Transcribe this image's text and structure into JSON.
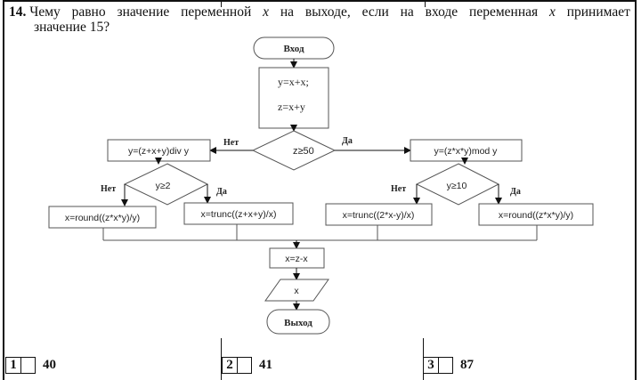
{
  "question": {
    "number": "14.",
    "line1_words": [
      "Чему",
      "равно",
      "значение",
      "переменной",
      "x",
      "на",
      "выходе,",
      "если",
      "на",
      "входе",
      "переменная",
      "x",
      "принимает"
    ],
    "line2": "значение 15?"
  },
  "flowchart": {
    "start": "Вход",
    "assign1": "y=x+x;",
    "assign2": "z=x+y",
    "cond_main": "z≥50",
    "no_label": "Нет",
    "yes_label": "Да",
    "left_assign": "y=(z+x+y)div y",
    "right_assign": "y=(z*x*y)mod y",
    "cond_left": "y≥2",
    "cond_right": "y≥10",
    "left_no": "x=round((z*x*y)/y)",
    "left_yes": "x=trunc((z+x+y)/x)",
    "right_no": "x=trunc((2*x-y)/x)",
    "right_yes": "x=round((z*x*y)/y)",
    "final_assign": "x=z-x",
    "output": "x",
    "end": "Выход"
  },
  "answers": [
    {
      "num": "1",
      "value": "40"
    },
    {
      "num": "2",
      "value": "41"
    },
    {
      "num": "3",
      "value": "87"
    }
  ]
}
